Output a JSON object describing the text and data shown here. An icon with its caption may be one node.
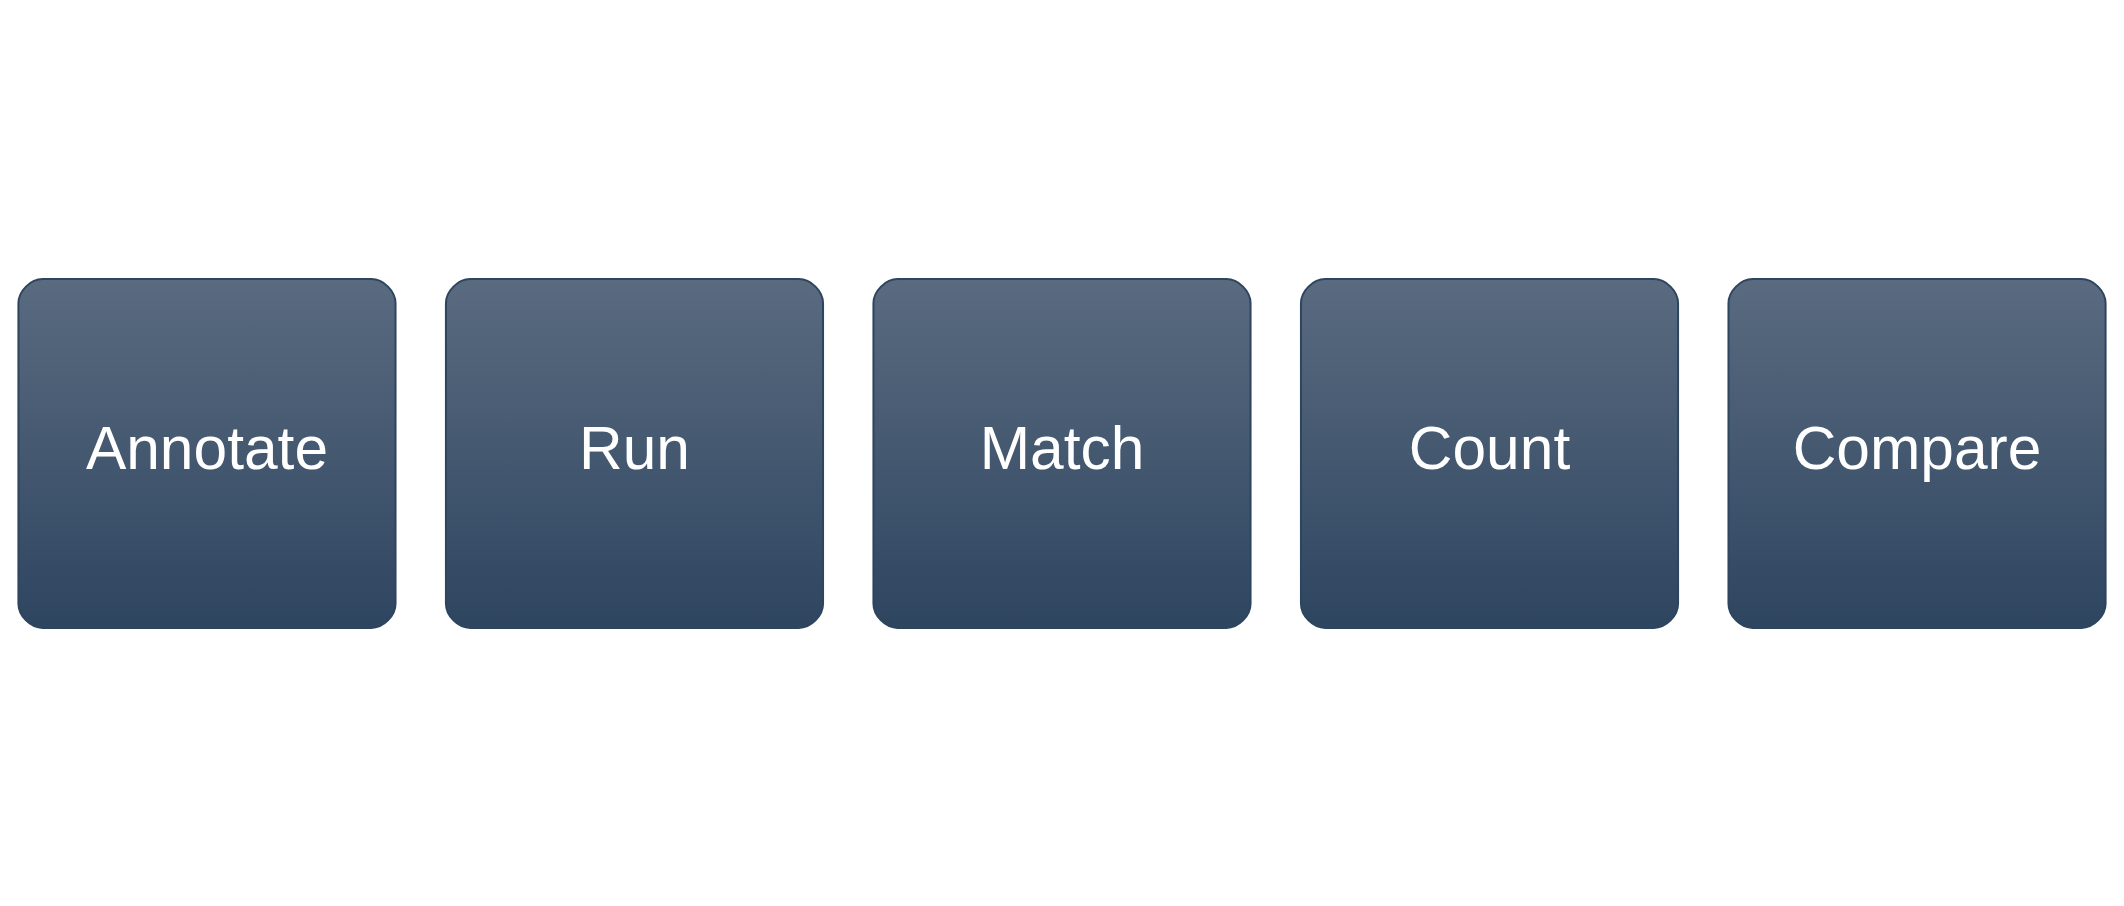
{
  "diagram": {
    "nodes": [
      {
        "text": [
          "Annotate"
        ]
      },
      {
        "text": [
          "Run"
        ]
      },
      {
        "text": [
          "Match"
        ]
      },
      {
        "text": [
          "Count"
        ]
      },
      {
        "text": [
          "Compare"
        ]
      }
    ]
  }
}
